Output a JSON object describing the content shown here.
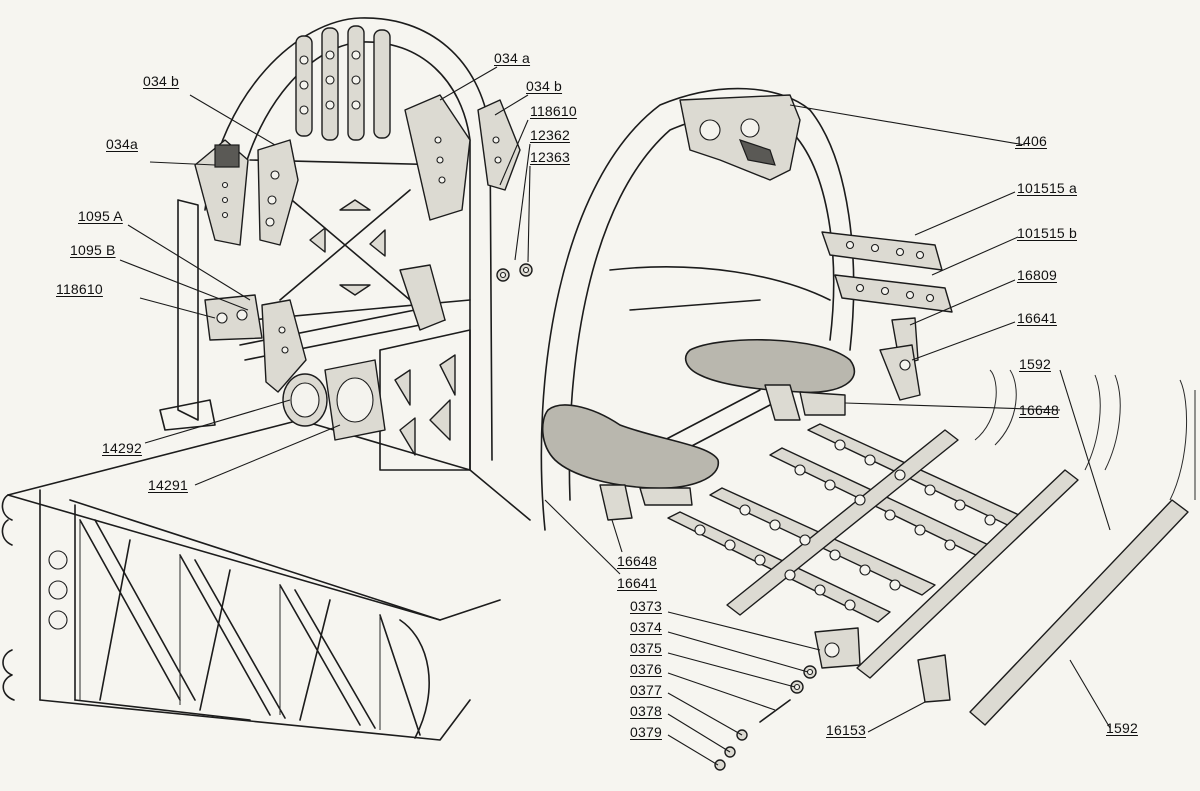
{
  "callouts": {
    "c034b_left": "034 b",
    "c034a_left": "034a",
    "c1095A": "1095 A",
    "c1095B": "1095 B",
    "c118610_left": "118610",
    "c14292": "14292",
    "c14291": "14291",
    "c034a_right": "034 a",
    "c034b_right": "034 b",
    "c118610_right": "118610",
    "c12362": "12362",
    "c12363": "12363",
    "c1406": "1406",
    "c101515a": "101515 a",
    "c101515b": "101515 b",
    "c16809": "16809",
    "c16641_right": "16641",
    "c1592_top": "1592",
    "c16648_right": "16648",
    "c16648_left": "16648",
    "c16641_left": "16641",
    "c0373": "0373",
    "c0374": "0374",
    "c0375": "0375",
    "c0376": "0376",
    "c0377": "0377",
    "c0378": "0378",
    "c0379": "0379",
    "c16153": "16153",
    "c1592_bottom": "1592"
  }
}
